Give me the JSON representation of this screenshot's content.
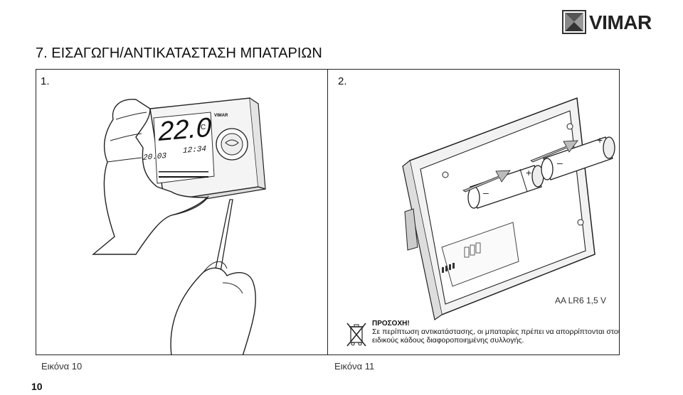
{
  "brand": {
    "name": "VIMAR"
  },
  "section_title": "7. ΕΙΣΑΓΩΓΗ/ΑΝΤΙΚΑΤΑΣΤΑΣΗ ΜΠΑΤΑΡΙΩΝ",
  "panels": [
    {
      "label": "1.",
      "display": {
        "temp": "22.0",
        "unit": "°C",
        "date": "20.03",
        "time": "12:34",
        "brand": "VIMAR"
      },
      "caption": "Εικόνα 10"
    },
    {
      "label": "2.",
      "battery_spec": "AA LR6 1,5 V",
      "warning_title": "ΠΡΟΣΟΧΗ!",
      "warning_text": "Σε περίπτωση αντικατάστασης, οι μπαταρίες πρέπει να απορρίπτονται στους ειδικούς κάδους διαφοροποιημένης συλλογής.",
      "caption": "Εικόνα 11"
    }
  ],
  "page_number": "10"
}
